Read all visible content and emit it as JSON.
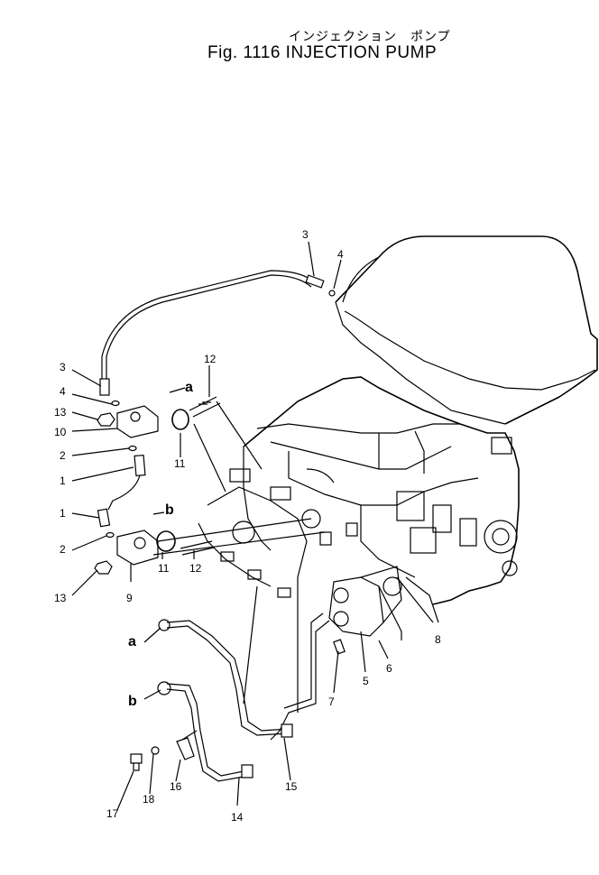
{
  "title": {
    "japanese": "インジェクション　ポンプ",
    "english": "Fig. 1116 INJECTION PUMP"
  },
  "callouts": {
    "n1a": "1",
    "n1b": "1",
    "n2a": "2",
    "n2b": "2",
    "n3a": "3",
    "n3b": "3",
    "n4a": "4",
    "n4b": "4",
    "n5": "5",
    "n6": "6",
    "n7": "7",
    "n8": "8",
    "n9": "9",
    "n10": "10",
    "n11a": "11",
    "n11b": "11",
    "n12a": "12",
    "n12b": "12",
    "n13a": "13",
    "n13b": "13",
    "n14": "14",
    "n15": "15",
    "n16": "16",
    "n17": "17",
    "n18": "18",
    "ref_a_top": "a",
    "ref_b_top": "b",
    "ref_a_bottom": "a",
    "ref_b_bottom": "b"
  }
}
